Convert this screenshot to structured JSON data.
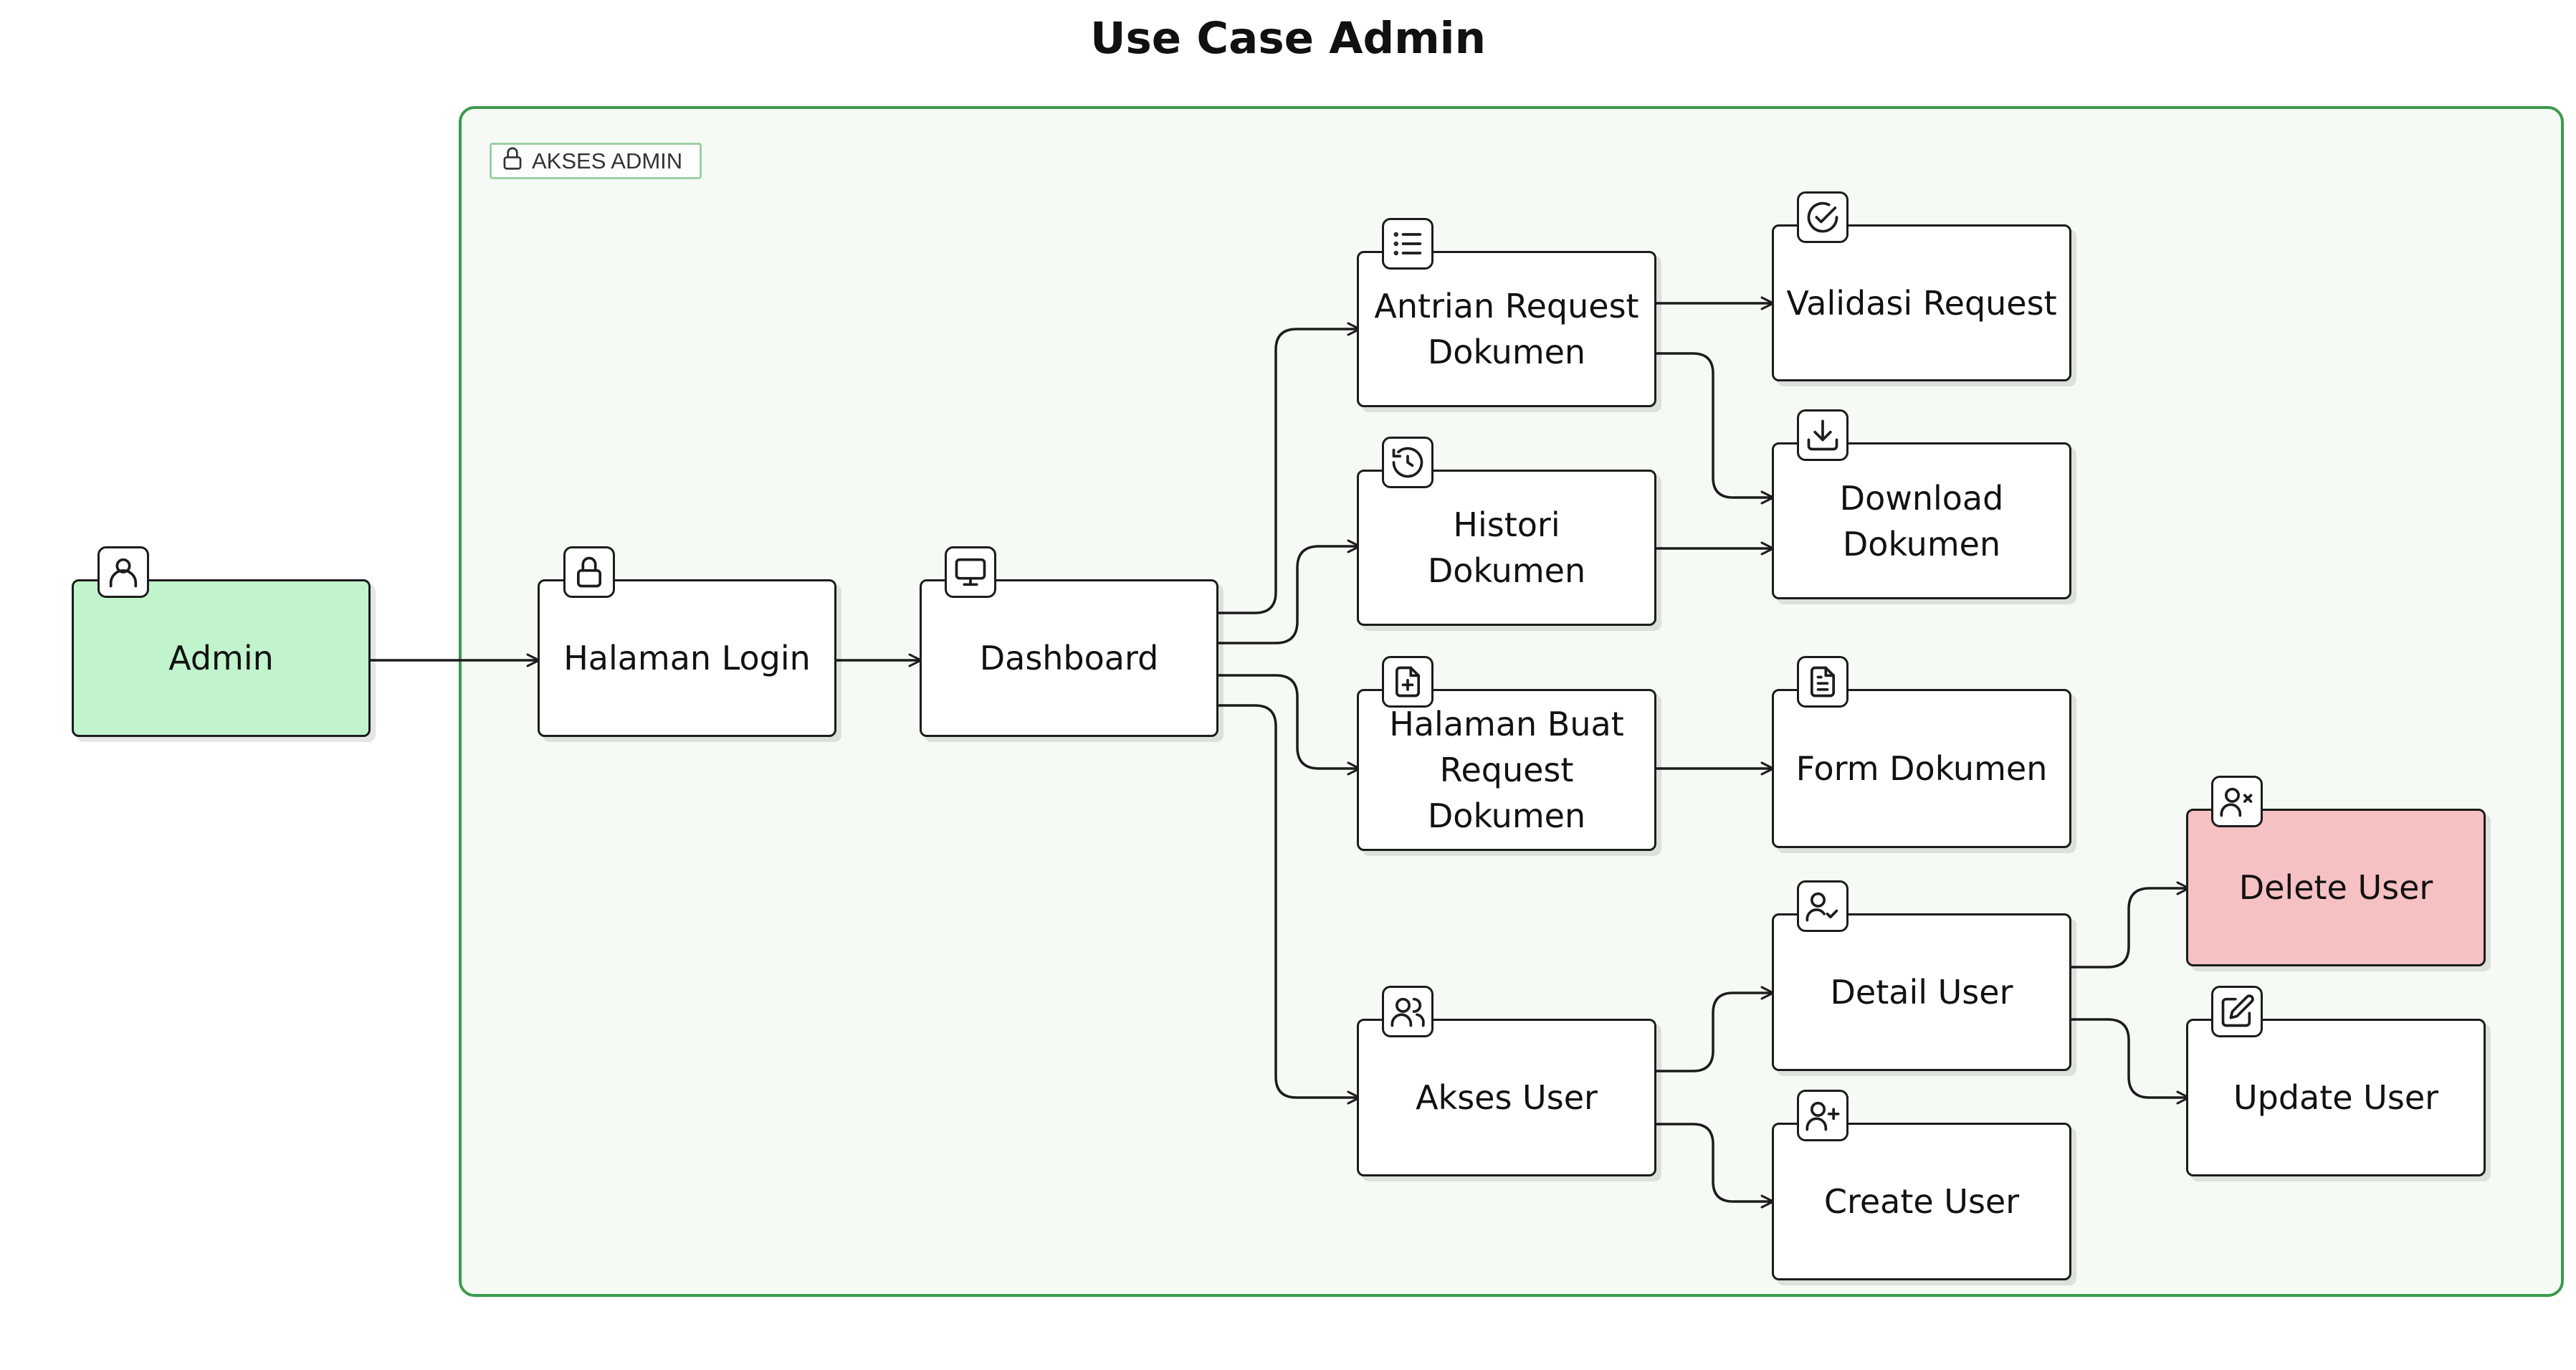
{
  "title": "Use Case Admin",
  "boundary": {
    "label": "AKSES ADMIN",
    "icon": "lock-icon"
  },
  "colors": {
    "admin_fill": "#c1f4cc",
    "delete_fill": "#f6c1c3",
    "boundary_stroke": "#3a9a4c",
    "boundary_fill": "#f5fbf4"
  },
  "nodes": {
    "admin": {
      "label": "Admin",
      "icon": "user-icon"
    },
    "login": {
      "label": "Halaman Login",
      "icon": "lock-icon"
    },
    "dashboard": {
      "label": "Dashboard",
      "icon": "monitor-icon"
    },
    "antrian": {
      "label": "Antrian Request\nDokumen",
      "icon": "list-icon"
    },
    "histori": {
      "label": "Histori\nDokumen",
      "icon": "history-icon"
    },
    "buat": {
      "label": "Halaman Buat\nRequest\nDokumen",
      "icon": "file-plus-icon"
    },
    "akses_user": {
      "label": "Akses User",
      "icon": "users-icon"
    },
    "validasi": {
      "label": "Validasi Request",
      "icon": "check-circle-icon"
    },
    "download": {
      "label": "Download\nDokumen",
      "icon": "download-icon"
    },
    "form": {
      "label": "Form Dokumen",
      "icon": "file-text-icon"
    },
    "detail_user": {
      "label": "Detail User",
      "icon": "user-check-icon"
    },
    "create_user": {
      "label": "Create User",
      "icon": "user-plus-icon"
    },
    "delete_user": {
      "label": "Delete User",
      "icon": "user-x-icon"
    },
    "update_user": {
      "label": "Update User",
      "icon": "edit-icon"
    }
  },
  "edges": [
    [
      "admin",
      "login"
    ],
    [
      "login",
      "dashboard"
    ],
    [
      "dashboard",
      "antrian"
    ],
    [
      "dashboard",
      "histori"
    ],
    [
      "dashboard",
      "buat"
    ],
    [
      "dashboard",
      "akses_user"
    ],
    [
      "antrian",
      "validasi"
    ],
    [
      "antrian",
      "download"
    ],
    [
      "histori",
      "download"
    ],
    [
      "buat",
      "form"
    ],
    [
      "akses_user",
      "detail_user"
    ],
    [
      "akses_user",
      "create_user"
    ],
    [
      "detail_user",
      "delete_user"
    ],
    [
      "detail_user",
      "update_user"
    ]
  ]
}
